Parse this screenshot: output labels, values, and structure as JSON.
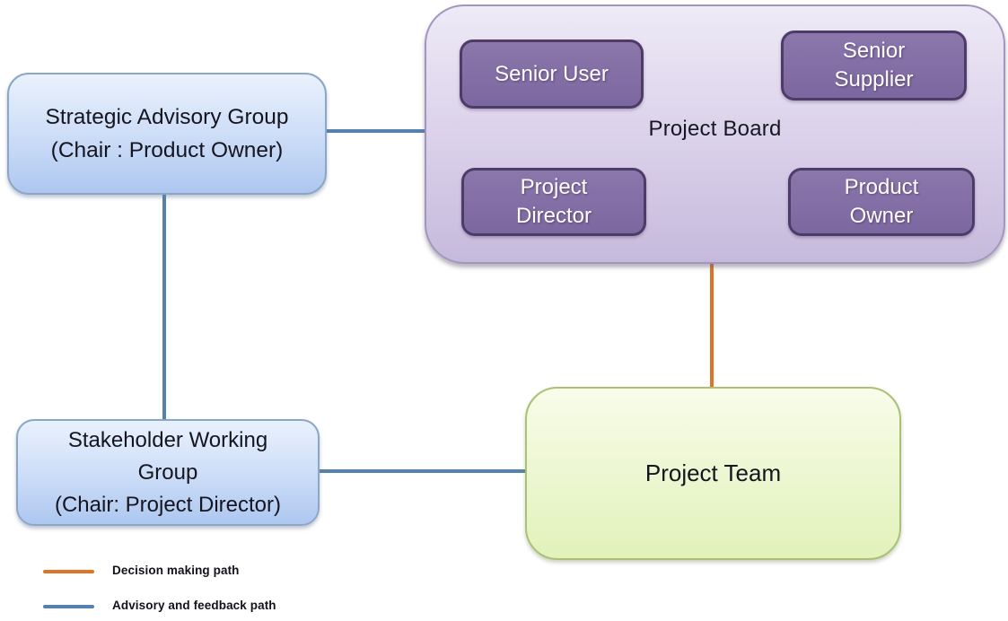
{
  "diagram": {
    "board": {
      "label": "Project Board",
      "roles": [
        {
          "label": "Senior User"
        },
        {
          "label": "Senior Supplier"
        },
        {
          "label": "Project Director"
        },
        {
          "label": "Product Owner"
        }
      ]
    },
    "strategic_advisory_group": {
      "line1": "Strategic Advisory Group",
      "line2": "(Chair : Product Owner)"
    },
    "stakeholder_working_group": {
      "line1": "Stakeholder Working",
      "line2": "Group",
      "line3": "(Chair: Project Director)"
    },
    "project_team": {
      "label": "Project Team"
    },
    "legend": {
      "items": [
        {
          "label": "Decision making path",
          "color": "#dd7428"
        },
        {
          "label": "Advisory and feedback path",
          "color": "#5581ae"
        }
      ]
    },
    "colors": {
      "decision_path": "#dd7428",
      "advisory_path": "#5581ae"
    }
  }
}
